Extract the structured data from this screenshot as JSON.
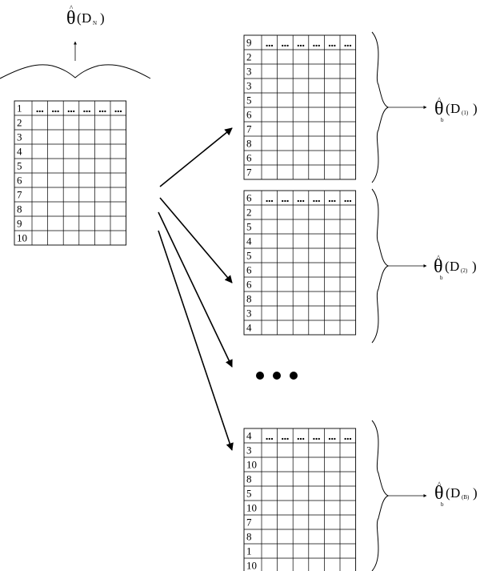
{
  "original_table": {
    "rows": [
      "1",
      "2",
      "3",
      "4",
      "5",
      "6",
      "7",
      "8",
      "9",
      "10"
    ],
    "ellipsis": "…"
  },
  "full_estimate": {
    "symbol": "θ",
    "hat": "^",
    "open": "(",
    "dataset": "D",
    "subscript": "N",
    "close": ")"
  },
  "bootstrap_samples": [
    {
      "rows": [
        "9",
        "2",
        "3",
        "3",
        "5",
        "6",
        "7",
        "8",
        "6",
        "7"
      ],
      "estimate": {
        "symbol": "θ",
        "hat": "^",
        "b": "b",
        "open": "(",
        "dataset": "D",
        "subscript": "(1)",
        "close": ")"
      }
    },
    {
      "rows": [
        "6",
        "2",
        "5",
        "4",
        "5",
        "6",
        "6",
        "8",
        "3",
        "4"
      ],
      "estimate": {
        "symbol": "θ",
        "hat": "^",
        "b": "b",
        "open": "(",
        "dataset": "D",
        "subscript": "(2)",
        "close": ")"
      }
    },
    {
      "rows": [
        "4",
        "3",
        "10",
        "8",
        "5",
        "10",
        "7",
        "8",
        "1",
        "10"
      ],
      "estimate": {
        "symbol": "θ",
        "hat": "^",
        "b": "b",
        "open": "(",
        "dataset": "D",
        "subscript": "(B)",
        "close": ")"
      }
    }
  ],
  "continuation": "• • •"
}
